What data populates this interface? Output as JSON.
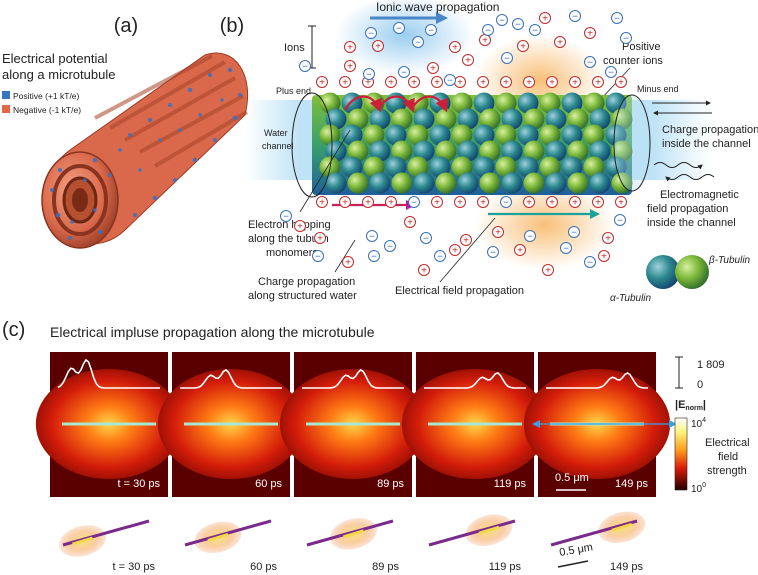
{
  "panel_a": {
    "letter": "(a)",
    "title_line1": "Electrical potential",
    "title_line2": "along a microtubule",
    "legend": [
      {
        "label": "Positive (+1 kT/e)",
        "color": "#3a73c0"
      },
      {
        "label": "Negative (-1 kT/e)",
        "color": "#e06a48"
      }
    ]
  },
  "panel_b": {
    "letter": "(b)",
    "ionic_wave": "Ionic wave propagation",
    "ions": "Ions",
    "positive_counter_ions_line1": "Positive",
    "positive_counter_ions_line2": "counter ions",
    "plus_end": "Plus end",
    "minus_end": "Minus end",
    "water_channel_line1": "Water",
    "water_channel_line2": "channel",
    "charge_channel_line1": "Charge propagation",
    "charge_channel_line2": "inside the channel",
    "em_line1": "Electromagnetic",
    "em_line2": "field propagation",
    "em_line3": "inside the channel",
    "hopping_line1": "Electron hopping",
    "hopping_line2": "along the tubulin",
    "hopping_line3": "monomers",
    "water_charge_line1": "Charge propagation",
    "water_charge_line2": "along structured water",
    "field_prop": "Electrical field propagation",
    "beta_tubulin": "β-Tubulin",
    "alpha_tubulin": "α-Tubulin",
    "plus_sign": "+",
    "minus_sign": "−"
  },
  "panel_c": {
    "letter": "(c)",
    "title": "Electrical impluse propagation along the microtubule",
    "frames": [
      {
        "time_label": "t = 30 ps"
      },
      {
        "time_label": "60 ps"
      },
      {
        "time_label": "89 ps"
      },
      {
        "time_label": "119 ps"
      },
      {
        "time_label": "149 ps"
      }
    ],
    "scale_bar": "0.5 μm",
    "profile_scale_top": "1 809",
    "profile_scale_bottom": "0",
    "colorbar_title": "|E",
    "colorbar_sub": "norm",
    "colorbar_title_end": "|",
    "colorbar_max": "10",
    "colorbar_max_exp": "4",
    "colorbar_min": "10",
    "colorbar_min_exp": "0",
    "colorbar_label_line1": "Electrical",
    "colorbar_label_line2": "field",
    "colorbar_label_line3": "strength",
    "bottom_labels": [
      {
        "time_label": "t = 30 ps"
      },
      {
        "time_label": "60 ps"
      },
      {
        "time_label": "89 ps"
      },
      {
        "time_label": "119 ps"
      },
      {
        "time_label": "149 ps"
      }
    ],
    "bottom_scale_bar": "0.5 μm"
  }
}
